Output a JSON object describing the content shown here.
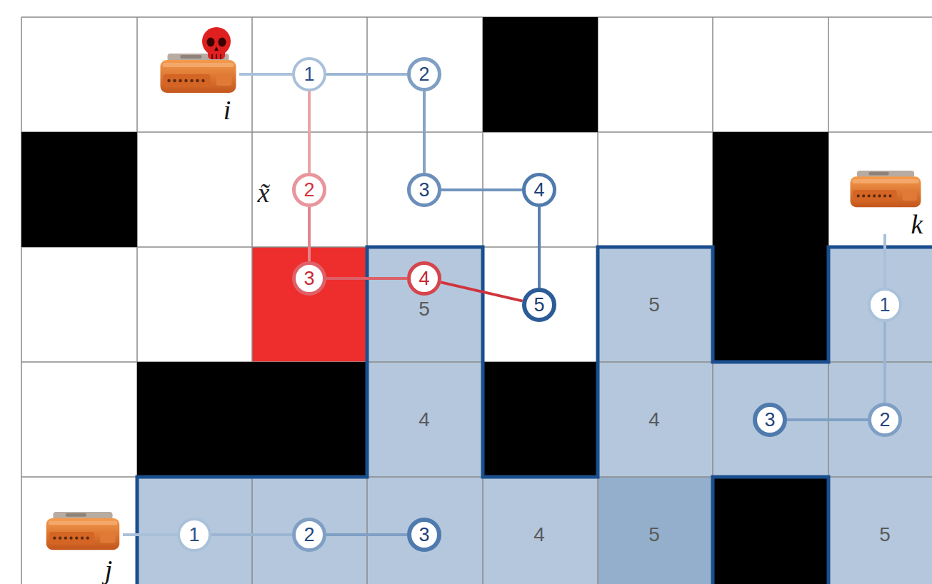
{
  "diagram": {
    "nodes": [
      {
        "text": [
          "1"
        ]
      },
      {
        "text": [
          "2"
        ]
      },
      {
        "text": [
          "2"
        ]
      },
      {
        "text": [
          "3"
        ]
      },
      {
        "text": [
          "4"
        ]
      },
      {
        "text": [
          "3"
        ]
      },
      {
        "text": [
          "4"
        ]
      },
      {
        "text": [
          "5"
        ]
      },
      {
        "text": [
          "1"
        ]
      },
      {
        "text": [
          "3"
        ]
      },
      {
        "text": [
          "2"
        ]
      },
      {
        "text": [
          "1"
        ]
      },
      {
        "text": [
          "2"
        ]
      },
      {
        "text": [
          "3"
        ]
      }
    ],
    "edges": [
      {
        "from": 0,
        "to": 1,
        "arrow": "none"
      },
      {
        "from": 1,
        "to": 3,
        "arrow": "none"
      },
      {
        "from": 3,
        "to": 4,
        "arrow": "none"
      },
      {
        "from": 4,
        "to": 7,
        "arrow": "none"
      },
      {
        "from": 0,
        "to": 2,
        "arrow": "none"
      },
      {
        "from": 2,
        "to": 5,
        "arrow": "none"
      },
      {
        "from": 5,
        "to": 6,
        "arrow": "none"
      },
      {
        "from": 6,
        "to": 7,
        "arrow": "none"
      },
      {
        "from": 8,
        "to": 10,
        "arrow": "none"
      },
      {
        "from": 10,
        "to": 9,
        "arrow": "none"
      },
      {
        "from": 11,
        "to": 12,
        "arrow": "none"
      },
      {
        "from": 12,
        "to": 13,
        "arrow": "none"
      }
    ],
    "labels": [
      "i",
      "x̃",
      "k",
      "5",
      "5",
      "4",
      "4",
      "j",
      "4",
      "5",
      "5"
    ]
  }
}
